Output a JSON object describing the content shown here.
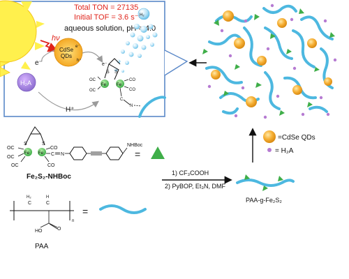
{
  "panel": {
    "ton": "Total TON = 27135",
    "tof": "Initial TOF = 3.6 s⁻¹",
    "solution": "aqueous solution, pH = 4.0",
    "hv": "hν",
    "e_minus": "e⁻",
    "qd_line1": "CdSe",
    "qd_line2": "QDs",
    "qd_e": "e⁻",
    "qd_h": "h⁺",
    "h2a": "H₂A",
    "h2": "H₂",
    "h_plus": "H⁺",
    "cat_e": "e⁻",
    "cat_s1": "S",
    "cat_s2": "S",
    "cat_fe1": "Fe",
    "cat_fe2": "Fe",
    "cat_oc1": "OC",
    "cat_oc2": "OC",
    "cat_co1": "CO",
    "cat_co2": "CO",
    "cat_c": "C",
    "cat_n": "N"
  },
  "legend": {
    "qd_label": "=CdSe QDs",
    "h2a_label": "= H₂A"
  },
  "molecule": {
    "s1": "S",
    "s2": "S",
    "fe1": "Fe",
    "fe2": "Fe",
    "oc1": "OC",
    "oc2": "OC",
    "oc3": "OC",
    "co1": "CO",
    "co2": "CO",
    "c": "C",
    "n": "N",
    "nhboc": "NHBoc",
    "name": "Fe₂S₂-NHBoc",
    "equals": "="
  },
  "reaction": {
    "step1": "1) CF₃COOH",
    "step2": "2) PyBOP, Et₃N, DMF",
    "product": "PAA-g-Fe₂S₂"
  },
  "paa": {
    "h2": "H₂",
    "h": "H",
    "c1": "C",
    "c2": "C",
    "o": "O",
    "ho": "HO",
    "n": "n",
    "equals": "=",
    "name": "PAA"
  },
  "colors": {
    "qd_orange": "#f5a623",
    "polymer_blue": "#4db8e0",
    "catalyst_green": "#3fae49",
    "h2a_purple": "#b67bd2",
    "sun_yellow": "#fff04d",
    "accent_red": "#e0241b"
  }
}
